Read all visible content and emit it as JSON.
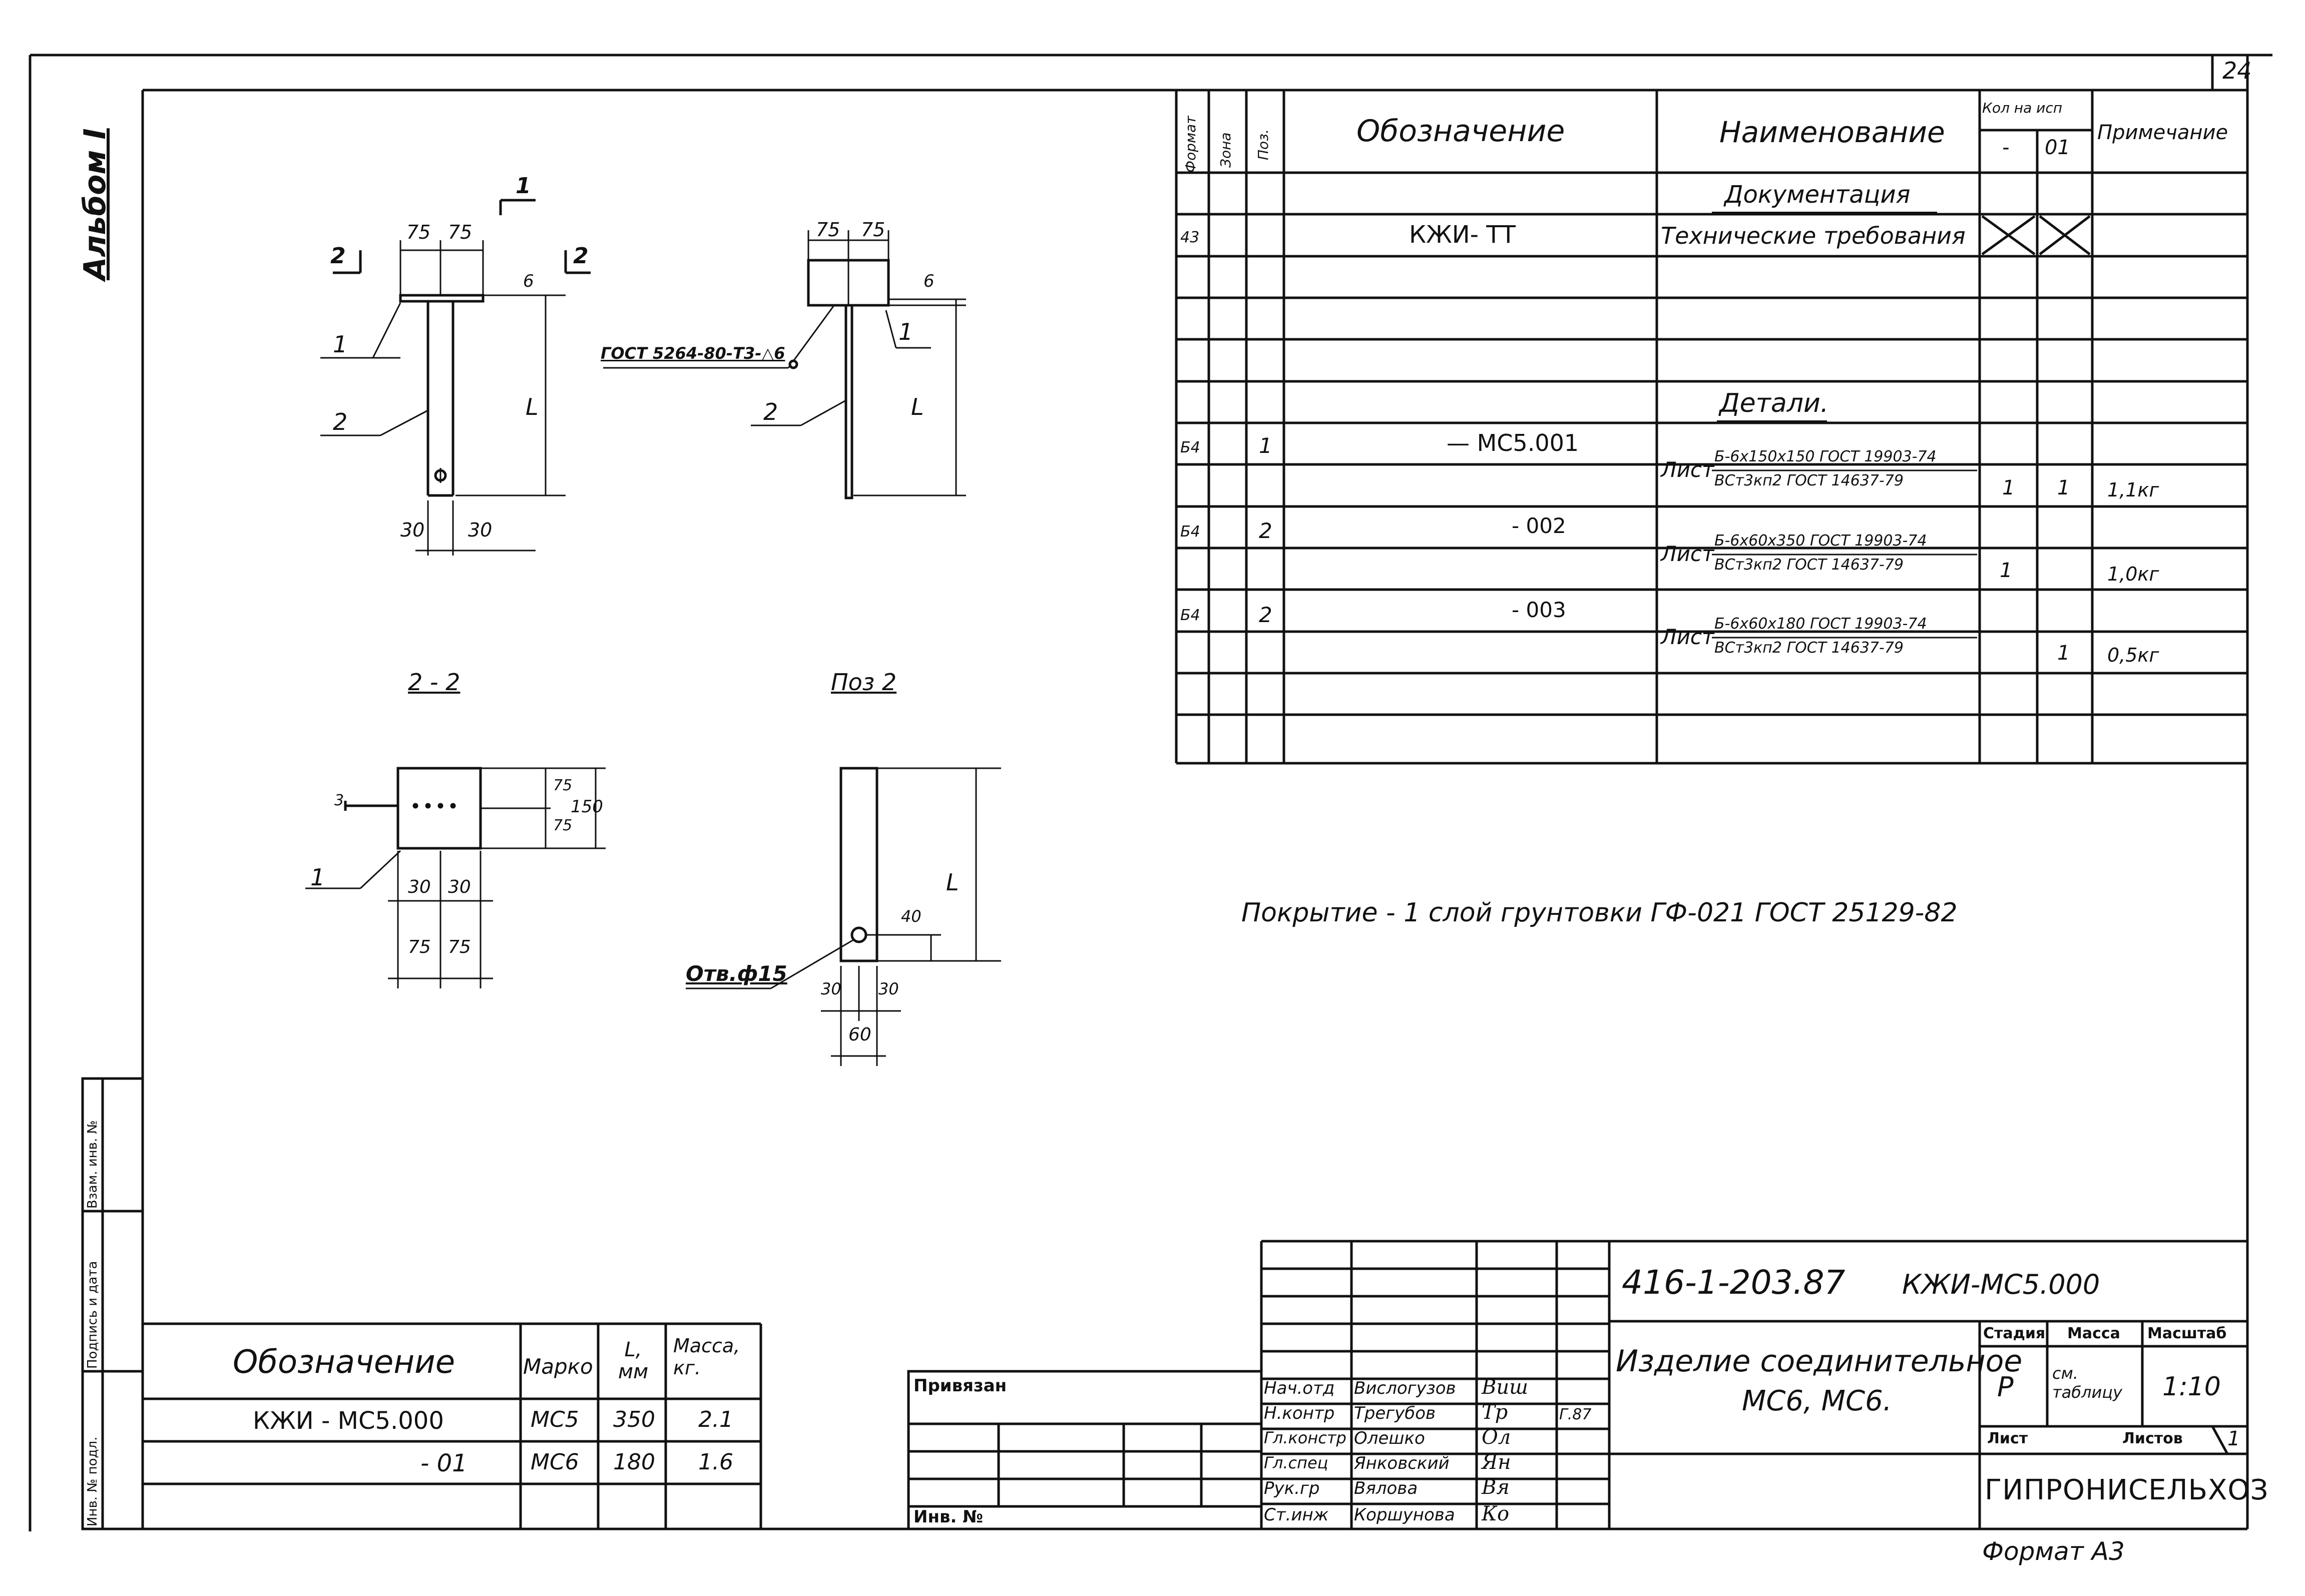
{
  "sheet": {
    "number": "24",
    "format": "Формат А3",
    "album": "Альбом I"
  },
  "drawings": {
    "view_main": {
      "dim_75a": "75",
      "dim_75b": "75",
      "sec_1": "1",
      "sec_2l": "2",
      "sec_2r": "2",
      "thk": "6",
      "len": "L",
      "dim_30a": "30",
      "dim_30b": "30",
      "lbl_1": "1",
      "lbl_2": "2"
    },
    "view_side": {
      "dim_75a": "75",
      "dim_75b": "75",
      "thk": "6",
      "len": "L",
      "lbl_1": "1",
      "lbl_2": "2",
      "weld": "ГОСТ 5264-80-Т3-△6"
    },
    "section_2_2": {
      "title": "2 - 2",
      "d75v1": "75",
      "d75v2": "75",
      "d150": "150",
      "d30a": "30",
      "d30b": "30",
      "d75h1": "75",
      "d75h2": "75",
      "weld_mark": "3",
      "lbl_1": "1"
    },
    "pos_2": {
      "title": "Поз 2",
      "len": "L",
      "d40": "40",
      "d30a": "30",
      "d30b": "30",
      "d60": "60",
      "hole": "Отв.ф15"
    }
  },
  "spec": {
    "headers": {
      "format": "Формат",
      "zone": "Зона",
      "pos": "Поз.",
      "designation": "Обозначение",
      "name": "Наименование",
      "qty": "Кол на исп",
      "qty_a": "-",
      "qty_b": "01",
      "note": "Примечание"
    },
    "section_docs": "Документация",
    "doc_row": {
      "format": "43",
      "designation": "КЖИ- ТТ",
      "name": "Технические требования"
    },
    "section_parts": "Детали.",
    "parts": [
      {
        "format": "Б4",
        "pos": "1",
        "designation": "— МС5.001",
        "prefix": "Лист",
        "top": "Б-6х150х150 ГОСТ 19903-74",
        "bottom": "ВСт3кп2 ГОСТ 14637-79",
        "qty_a": "1",
        "qty_b": "1",
        "note": "1,1кг"
      },
      {
        "format": "Б4",
        "pos": "2",
        "designation": "- 002",
        "prefix": "Лист",
        "top": "Б-6х60х350 ГОСТ 19903-74",
        "bottom": "ВСт3кп2 ГОСТ 14637-79",
        "qty_a": "1",
        "qty_b": "",
        "note": "1,0кг"
      },
      {
        "format": "Б4",
        "pos": "2",
        "designation": "- 003",
        "prefix": "Лист",
        "top": "Б-6х60х180 ГОСТ 19903-74",
        "bottom": "ВСт3кп2 ГОСТ 14637-79",
        "qty_a": "",
        "qty_b": "1",
        "note": "0,5кг"
      }
    ]
  },
  "coating": "Покрытие - 1 слой грунтовки ГФ-021 ГОСТ 25129-82",
  "variants": {
    "headers": {
      "designation": "Обозначение",
      "mark": "Марко",
      "length": "L, мм",
      "mass": "Масса, кг."
    },
    "rows": [
      {
        "designation": "КЖИ - МС5.000",
        "mark": "МС5",
        "length": "350",
        "mass": "2.1"
      },
      {
        "designation": "- 01",
        "mark": "МС6",
        "length": "180",
        "mass": "1.6"
      }
    ]
  },
  "side_stamp": [
    "Инв. № подл.",
    "Подпись и дата",
    "Взам. инв. №"
  ],
  "binding": {
    "label": "Привязан",
    "inv": "Инв. №"
  },
  "title_block": {
    "code": "416-1-203.87",
    "code2": "КЖИ-МС5.000",
    "name_line1": "Изделие соединительное",
    "name_line2": "МС6, МС6.",
    "stage_label": "Стадия",
    "mass_label": "Масса",
    "scale_label": "Масштаб",
    "stage": "Р",
    "mass": "см. таблицу",
    "scale": "1:10",
    "sheet_label": "Лист",
    "sheets_label": "Листов",
    "sheets": "1",
    "org": "ГИПРОНИСЕЛЬХОЗ",
    "date": "Г.87",
    "people": [
      {
        "role": "Нач.отд",
        "name": "Вислогузов",
        "sign": "Виш"
      },
      {
        "role": "Н.контр",
        "name": "Трегубов",
        "sign": "Тр"
      },
      {
        "role": "Гл.констр",
        "name": "Олешко",
        "sign": "Ол"
      },
      {
        "role": "Гл.спец",
        "name": "Янковский",
        "sign": "Ян"
      },
      {
        "role": "Рук.гр",
        "name": "Вялова",
        "sign": "Вя"
      },
      {
        "role": "Ст.инж",
        "name": "Коршунова",
        "sign": "Ко"
      }
    ]
  }
}
